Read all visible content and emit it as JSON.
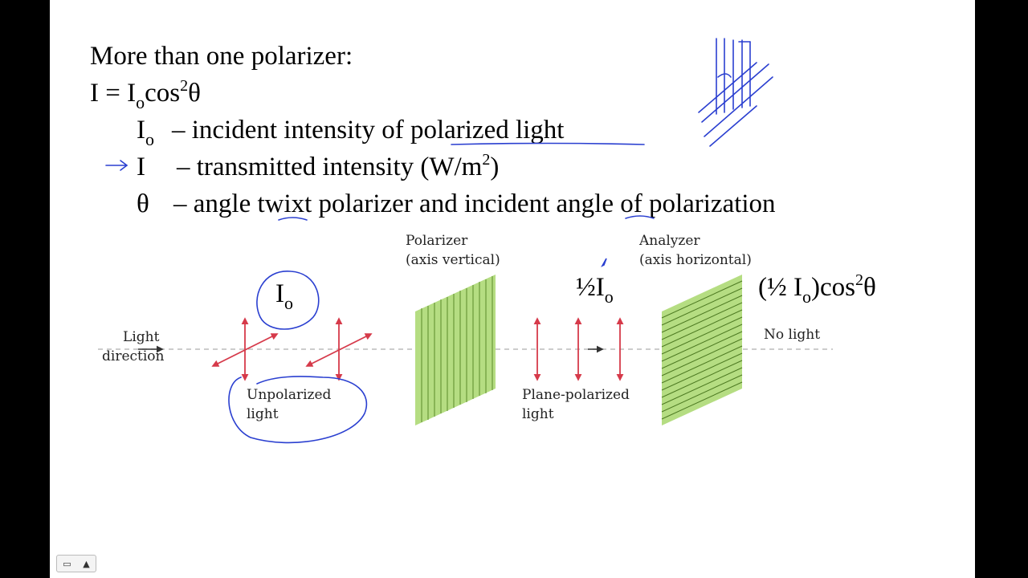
{
  "slide": {
    "heading": "More than one polarizer:",
    "formula": {
      "lhs": "I = I",
      "sub": "o",
      "mid": "cos",
      "sup": "2",
      "end": "θ"
    },
    "definitions": [
      {
        "sym": "I",
        "sub": "o",
        "text": "– incident intensity of polarized light"
      },
      {
        "sym": "I",
        "sub": "",
        "text": "– transmitted intensity (W/m",
        "sup": "2",
        "close": ")"
      },
      {
        "sym": "θ",
        "sub": "",
        "text": "– angle twixt polarizer and incident angle of polarization"
      }
    ]
  },
  "diagram": {
    "light_direction": [
      "Light",
      "direction"
    ],
    "unpolarized": [
      "Unpolarized",
      "light"
    ],
    "polarizer": [
      "Polarizer",
      "(axis vertical)"
    ],
    "plane_polarized": [
      "Plane-polarized",
      "light"
    ],
    "analyzer": [
      "Analyzer",
      "(axis horizontal)"
    ],
    "no_light": "No light",
    "annot_io": {
      "sym": "I",
      "sub": "o"
    },
    "annot_half": {
      "pre": "½I",
      "sub": "o"
    },
    "annot_result": {
      "pre": "(½ I",
      "sub": "o",
      "mid": ")cos",
      "sup": "2",
      "end": "θ"
    }
  },
  "player": {
    "controls_icon": "slide-menu-icon",
    "arrow_icon": "up-arrow-icon"
  },
  "colors": {
    "ink": "#2a3fd0",
    "arrow": "#d63a4a",
    "filter": "#b5dd82"
  }
}
